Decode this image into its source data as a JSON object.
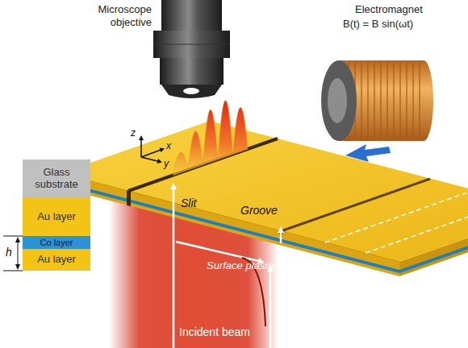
{
  "diagram": {
    "nodes": [
      {
        "text": [
          "Glass substrate"
        ]
      },
      {
        "text": [
          "Au layer"
        ]
      },
      {
        "text": [
          "Co layer"
        ]
      },
      {
        "text": [
          "Au layer"
        ]
      }
    ],
    "labels": [
      "Microscope objective",
      "Electromagnet",
      "B(t) = B sin(ωt)",
      "z",
      "x",
      "y",
      "h",
      "Slit",
      "Groove",
      "Surface plasmon",
      "Incident beam"
    ]
  }
}
